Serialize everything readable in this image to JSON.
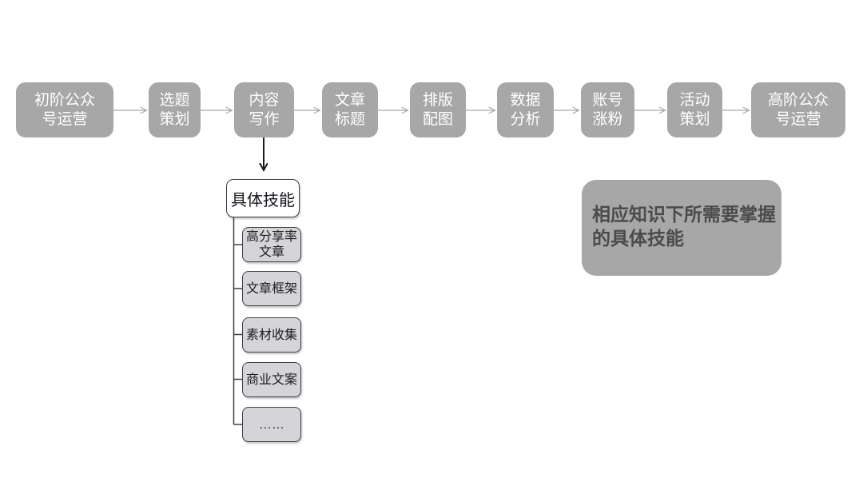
{
  "flow": {
    "nodes": [
      {
        "label": "初阶公众\n号运营"
      },
      {
        "label": "选题\n策划"
      },
      {
        "label": "内容\n写作"
      },
      {
        "label": "文章\n标题"
      },
      {
        "label": "排版\n配图"
      },
      {
        "label": "数据\n分析"
      },
      {
        "label": "账号\n涨粉"
      },
      {
        "label": "活动\n策划"
      },
      {
        "label": "高阶公众\n号运营"
      }
    ]
  },
  "branch": {
    "header": "具体技能",
    "items": [
      "高分享率\n文章",
      "文章框架",
      "素材收集",
      "商业文案",
      "……"
    ]
  },
  "note": {
    "text": "相应知识下所需要掌握\n的具体技能"
  },
  "colors": {
    "node_fill": "#a7a7a7",
    "node_text": "#ffffff",
    "item_fill": "#d5d5d8",
    "item_border": "#3f3f4a",
    "flow_arrow": "#a9a9a9",
    "branch_arrow": "#1a1a1a",
    "note_fill": "#a7a7a7",
    "note_text": "#4b4b4b",
    "background": "#ffffff"
  }
}
